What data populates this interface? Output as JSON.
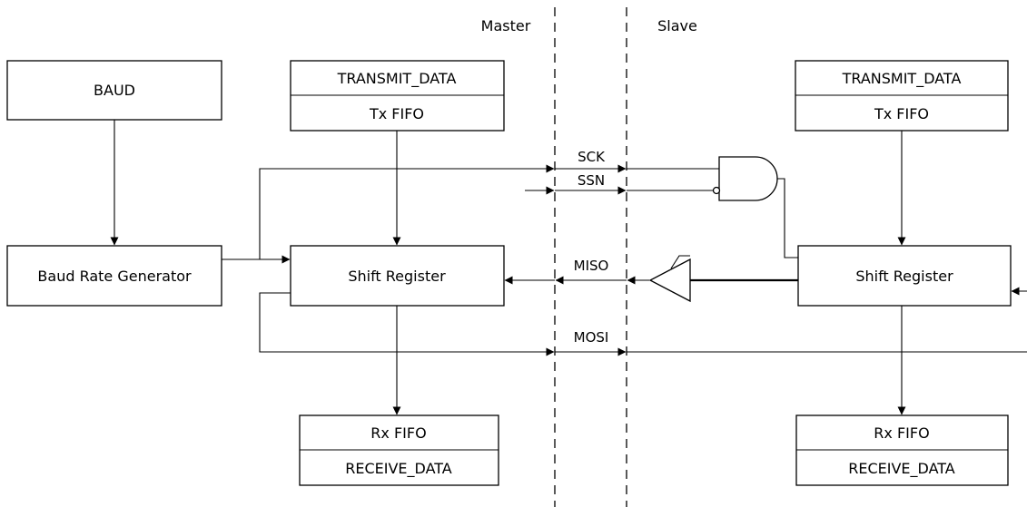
{
  "sections": {
    "master": "Master",
    "slave": "Slave"
  },
  "master": {
    "baud": "BAUD",
    "baud_rate_generator": "Baud Rate Generator",
    "transmit_data": "TRANSMIT_DATA",
    "tx_fifo": "Tx FIFO",
    "shift_register": "Shift Register",
    "rx_fifo": "Rx FIFO",
    "receive_data": "RECEIVE_DATA"
  },
  "slave": {
    "transmit_data": "TRANSMIT_DATA",
    "tx_fifo": "Tx FIFO",
    "shift_register": "Shift Register",
    "rx_fifo": "Rx FIFO",
    "receive_data": "RECEIVE_DATA"
  },
  "signals": {
    "sck": "SCK",
    "ssn": "SSN",
    "miso": "MISO",
    "mosi": "MOSI"
  }
}
